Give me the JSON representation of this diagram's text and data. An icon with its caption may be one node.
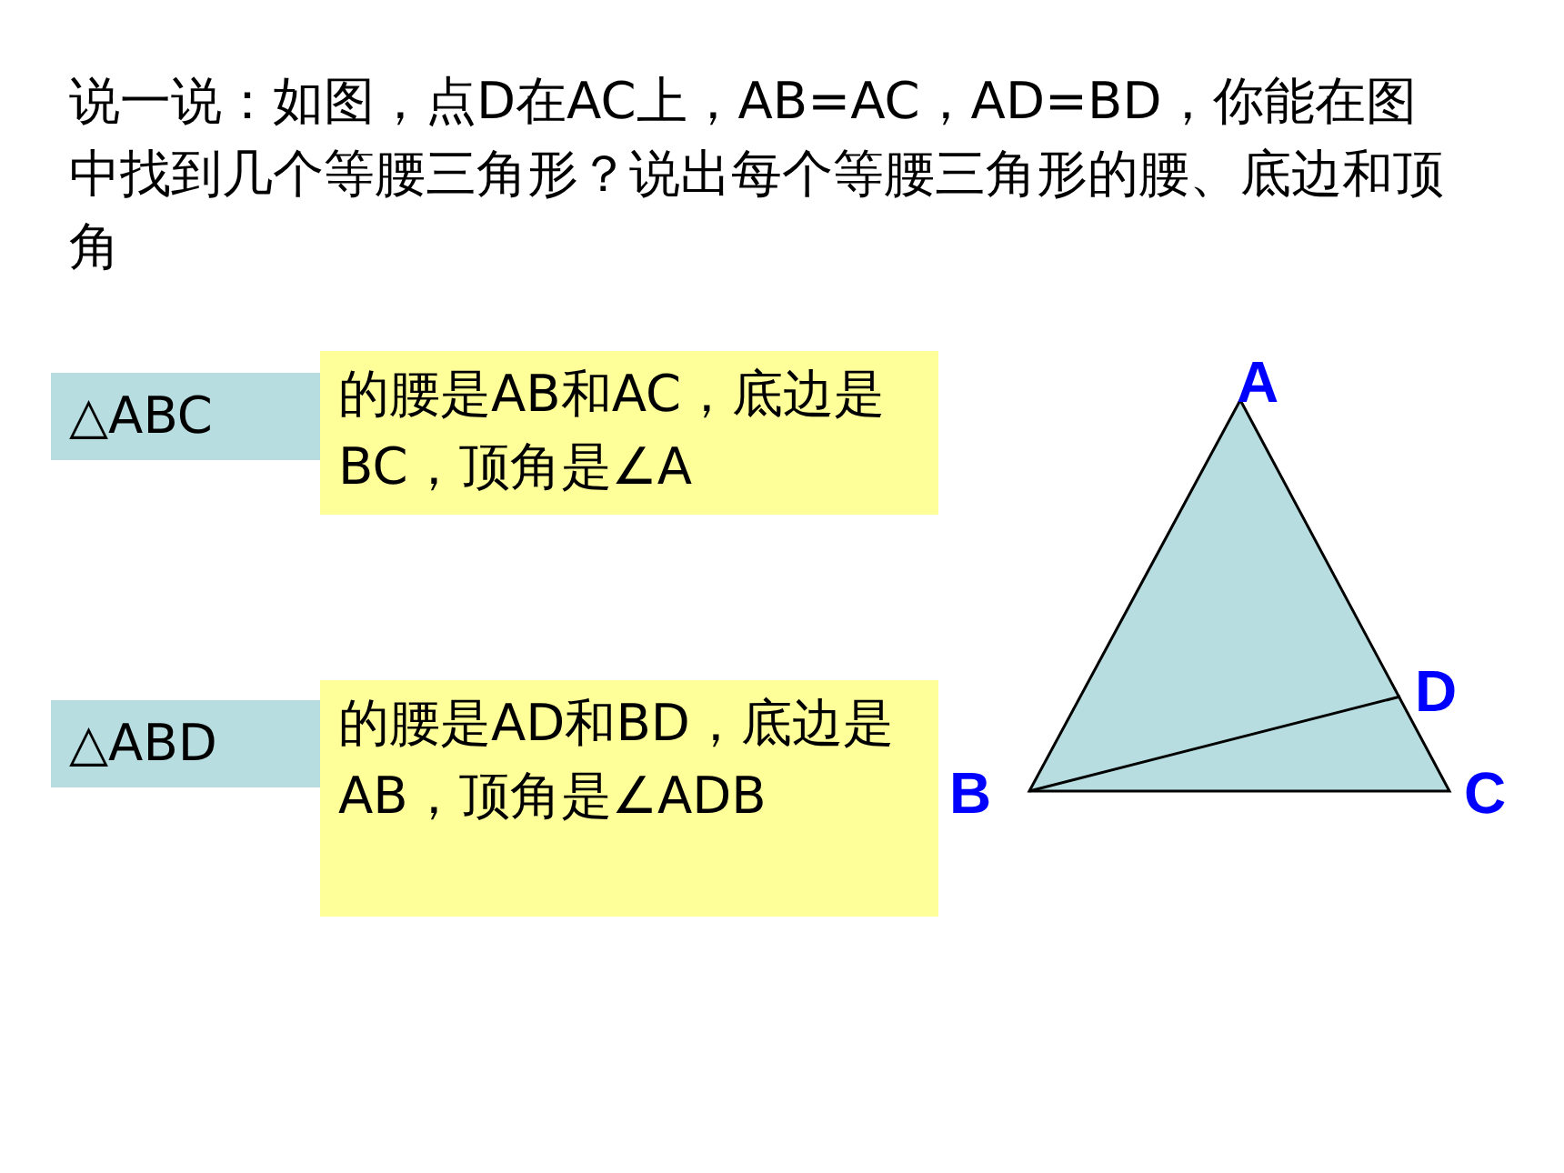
{
  "diagram": {
    "title": "说一说：如图，点D在AC上，AB=AC，AD=BD，你能在图中找到几个等腰三角形？说出每个等腰三角形的腰、底边和顶角",
    "nodes": [
      {
        "text": [
          "△ABC"
        ]
      },
      {
        "text": [
          "的腰是AB和AC，底边是BC，顶角是∠A"
        ]
      },
      {
        "text": [
          "△ABD"
        ]
      },
      {
        "text": [
          "的腰是AD和BD，底边是AB，顶角是∠ADB"
        ]
      }
    ],
    "edges": [],
    "labels": [
      "A",
      "D",
      "B",
      "C"
    ]
  }
}
